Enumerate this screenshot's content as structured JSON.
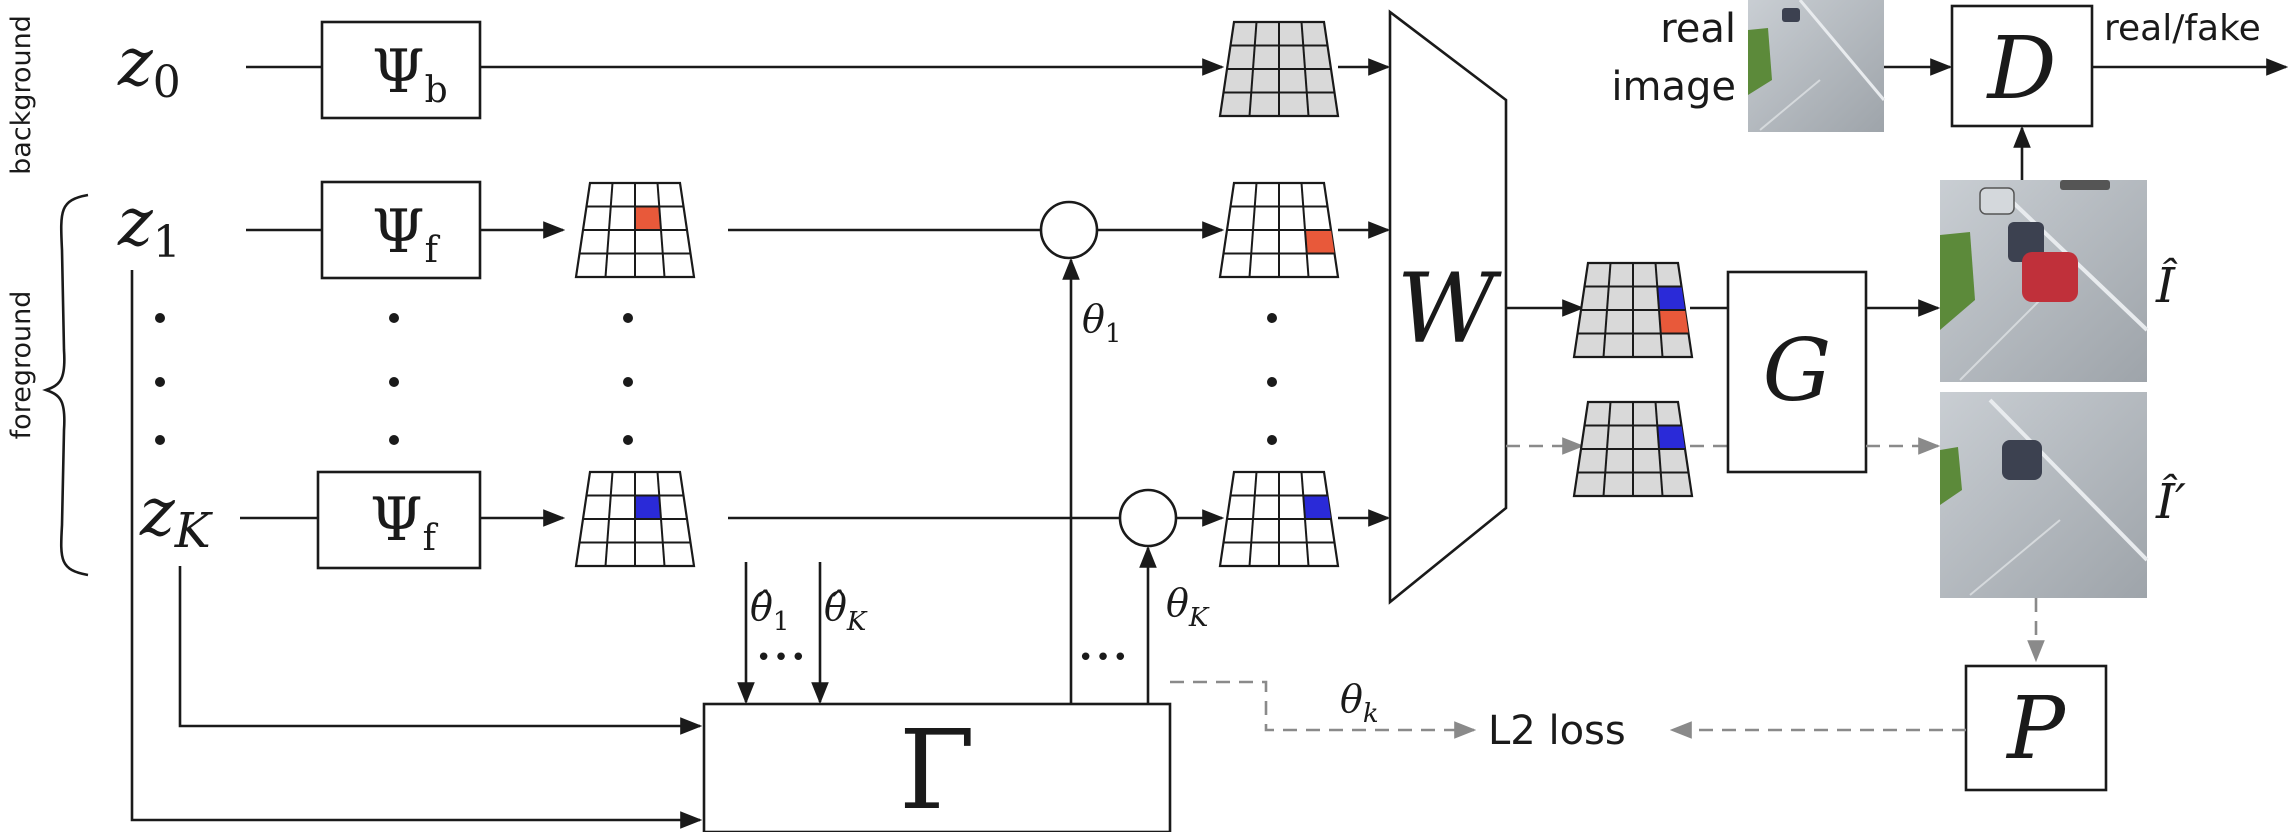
{
  "side_labels": {
    "background": "background",
    "foreground": "foreground"
  },
  "latents": {
    "z0": {
      "base": "z",
      "sub": "0"
    },
    "z1": {
      "base": "z",
      "sub": "1"
    },
    "zK": {
      "base": "z",
      "sub": "K"
    }
  },
  "generators": {
    "psi_b": {
      "base": "Ψ",
      "sub": "b"
    },
    "psi_f1": {
      "base": "Ψ",
      "sub": "f"
    },
    "psi_fK": {
      "base": "Ψ",
      "sub": "f"
    }
  },
  "warp": "W",
  "renderer": "G",
  "discriminator": "D",
  "pose_net": "P",
  "gamma": "Γ",
  "thetas": {
    "theta1": {
      "base": "θ",
      "sub": "1"
    },
    "thetaK": {
      "base": "θ",
      "sub": "K"
    },
    "theta_hat_1": {
      "base": "θ̂",
      "sub": "1"
    },
    "theta_hat_K": {
      "base": "θ̂",
      "sub": "K"
    },
    "theta_k": {
      "base": "θ",
      "sub": "k"
    }
  },
  "ellipsis": "•••",
  "real_image_label": [
    "real",
    "image"
  ],
  "real_fake_label": "real/fake",
  "loss_label": "L2 loss",
  "outputs": {
    "I_hat": "Î",
    "I_hat_prime": "Î′"
  },
  "colors": {
    "grid_fill": "#d9d9d9",
    "object_red": "#e8593a",
    "object_blue": "#2a2ad8",
    "dashed": "#8a8a8a"
  }
}
